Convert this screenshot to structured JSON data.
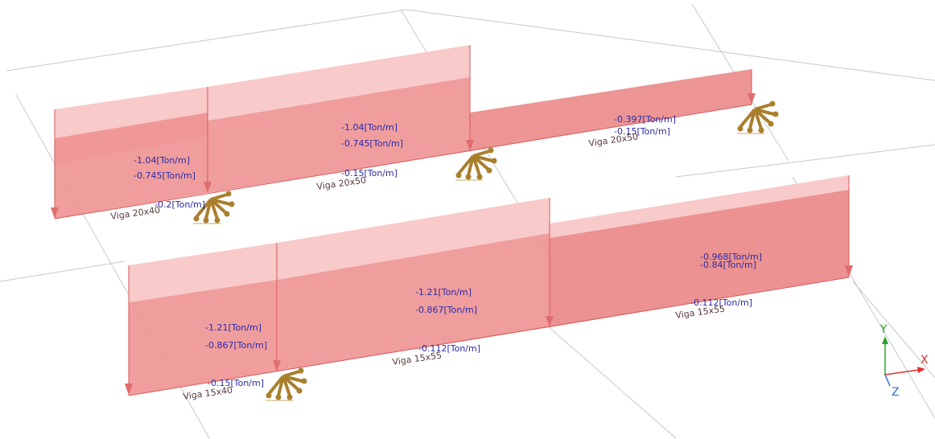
{
  "colors": {
    "background": "#ffffff",
    "grid_line": "#c8c8c8",
    "load_fill_light": "#f8c4c4",
    "load_fill": "#ee9292",
    "load_fill_dark": "#e06e6e",
    "load_edge": "#d85a5a",
    "load_label": "#2a2aa8",
    "beam_label": "#5a3a3a",
    "support": "#a97f2e",
    "axis_x": "#e03030",
    "axis_y": "#29a329",
    "axis_z": "#2f6fd0"
  },
  "load_labels_top": {
    "a1": "-1.04[Ton/m]",
    "a2": "-0.745[Ton/m]",
    "a3": "-0.2[Ton/m]",
    "b1": "-1.04[Ton/m]",
    "b2": "-0.745[Ton/m]",
    "b3": "-0.15[Ton/m]",
    "c1": "-0.397[Ton/m]",
    "c2": "-0.15[Ton/m]"
  },
  "load_labels_bottom": {
    "d1": "-1.21[Ton/m]",
    "d2": "-0.867[Ton/m]",
    "d3": "-0.15[Ton/m]",
    "e1": "-1.21[Ton/m]",
    "e2": "-0.867[Ton/m]",
    "e3": "-0.112[Ton/m]",
    "f1": "-0.968[Ton/m]",
    "f2": "-0.84[Ton/m]",
    "f3": "-0.112[Ton/m]"
  },
  "beam_labels": {
    "top_1": "Viga 20x40",
    "top_2": "Viga 20x50",
    "top_3": "Viga 20x50",
    "bottom_1": "Viga 15x40",
    "bottom_2": "Viga 15x55",
    "bottom_3": "Viga 15x55"
  },
  "axes": {
    "x": "X",
    "y": "Y",
    "z": "Z"
  }
}
